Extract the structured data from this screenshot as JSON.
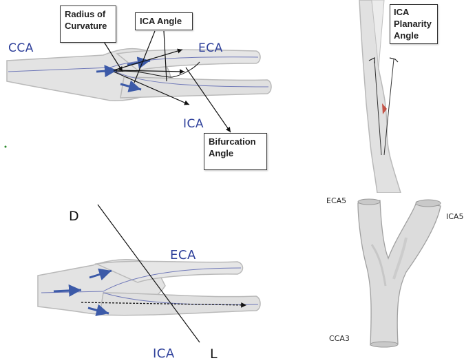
{
  "panel_a": {
    "labels": {
      "cca": "CCA",
      "eca": "ECA",
      "ica": "ICA"
    },
    "boxes": {
      "radius_of_curvature": "Radius of Curvature",
      "ica_angle": "ICA Angle",
      "bifurcation_angle": "Bifurcation Angle"
    }
  },
  "panel_b": {
    "box": "ICA Planarity Angle"
  },
  "panel_c": {
    "labels": {
      "d": "D",
      "l": "L",
      "eca": "ECA",
      "ica": "ICA"
    }
  },
  "panel_d": {
    "labels": {
      "eca5": "ECA5",
      "ica5": "ICA5",
      "cca3": "CCA3"
    }
  },
  "colors": {
    "vessel_fill": "#e3e3e3",
    "vessel_edge": "#b9b9b9",
    "centerline": "#6f78b8",
    "flow_arrow": "#3c5aa8",
    "label_blue": "#2d3f9a",
    "plaque_red": "#c0392b"
  }
}
